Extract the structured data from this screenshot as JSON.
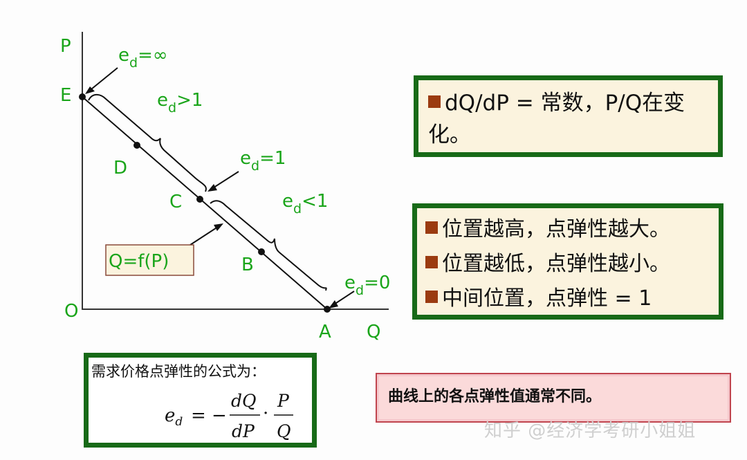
{
  "diagram": {
    "axis_p": "P",
    "axis_q": "Q",
    "origin": "O",
    "point_e": "E",
    "point_d": "D",
    "point_c": "C",
    "point_b": "B",
    "point_a": "A",
    "curve_label": "Q=f(P)",
    "ed_symbol": "e",
    "ed_subscript": "d",
    "ed_inf_rel": "=∞",
    "ed_gt1_rel": ">1",
    "ed_eq1_rel": "=1",
    "ed_lt1_rel": "<1",
    "ed_zero_rel": "=0"
  },
  "box_constant": {
    "text": "dQ/dP = 常数，P/Q在变化。"
  },
  "box_position": {
    "lines": [
      "位置越高，点弹性越大。",
      "位置越低，点弹性越小。",
      "中间位置，点弹性 = 1"
    ]
  },
  "formula": {
    "title": "需求价格点弹性的公式为：",
    "lhs": "e",
    "lhs_sub": "d",
    "equals": "= −",
    "num1": "dQ",
    "den1": "dP",
    "dot": "·",
    "num2": "P",
    "den2": "Q"
  },
  "note": {
    "text": "曲线上的各点弹性值通常不同。"
  },
  "watermark": "知乎 @经济学考研小姐姐",
  "colors": {
    "label_green": "#1aa51a",
    "box_border": "#176a17",
    "box_fill": "#fbf3de",
    "bullet": "#9b3b10",
    "note_fill": "#fbdada",
    "note_border": "#c0444e"
  }
}
